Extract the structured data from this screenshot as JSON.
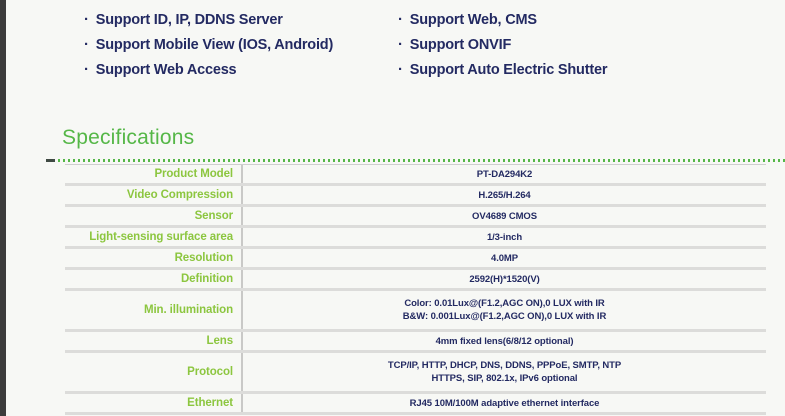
{
  "features": {
    "bullet": "·",
    "left": [
      "Support ID, IP, DDNS Server",
      "Support Mobile View (IOS, Android)",
      "Support Web Access"
    ],
    "right": [
      "Support Web, CMS",
      "Support ONVIF",
      "Support Auto Electric Shutter"
    ]
  },
  "section": {
    "title": "Specifications"
  },
  "table": {
    "rows": [
      {
        "label": "Product Model",
        "value_lines": [
          "PT-DA294K2"
        ]
      },
      {
        "label": "Video Compression",
        "value_lines": [
          "H.265/H.264"
        ]
      },
      {
        "label": "Sensor",
        "value_lines": [
          "OV4689 CMOS"
        ]
      },
      {
        "label": "Light-sensing surface area",
        "value_lines": [
          "1/3-inch"
        ]
      },
      {
        "label": "Resolution",
        "value_lines": [
          "4.0MP"
        ]
      },
      {
        "label": "Definition",
        "value_lines": [
          "2592(H)*1520(V)"
        ]
      },
      {
        "label": "Min. illumination",
        "value_lines": [
          "Color: 0.01Lux@(F1.2,AGC ON),0 LUX with IR",
          "B&W: 0.001Lux@(F1.2,AGC ON),0 LUX with IR"
        ]
      },
      {
        "label": "Lens",
        "value_lines": [
          "4mm fixed lens(6/8/12 optional)"
        ]
      },
      {
        "label": "Protocol",
        "value_lines": [
          "TCP/IP, HTTP, DHCP, DNS, DDNS, PPPoE, SMTP, NTP",
          "HTTPS, SIP, 802.1x, IPv6 optional"
        ]
      },
      {
        "label": "Ethernet",
        "value_lines": [
          "RJ45 10M/100M adaptive ethernet interface"
        ]
      }
    ]
  },
  "colors": {
    "accent_green": "#55b747",
    "label_green": "#8cc63f",
    "text_navy": "#232a62",
    "edge_strip": "#3c3c3c"
  }
}
